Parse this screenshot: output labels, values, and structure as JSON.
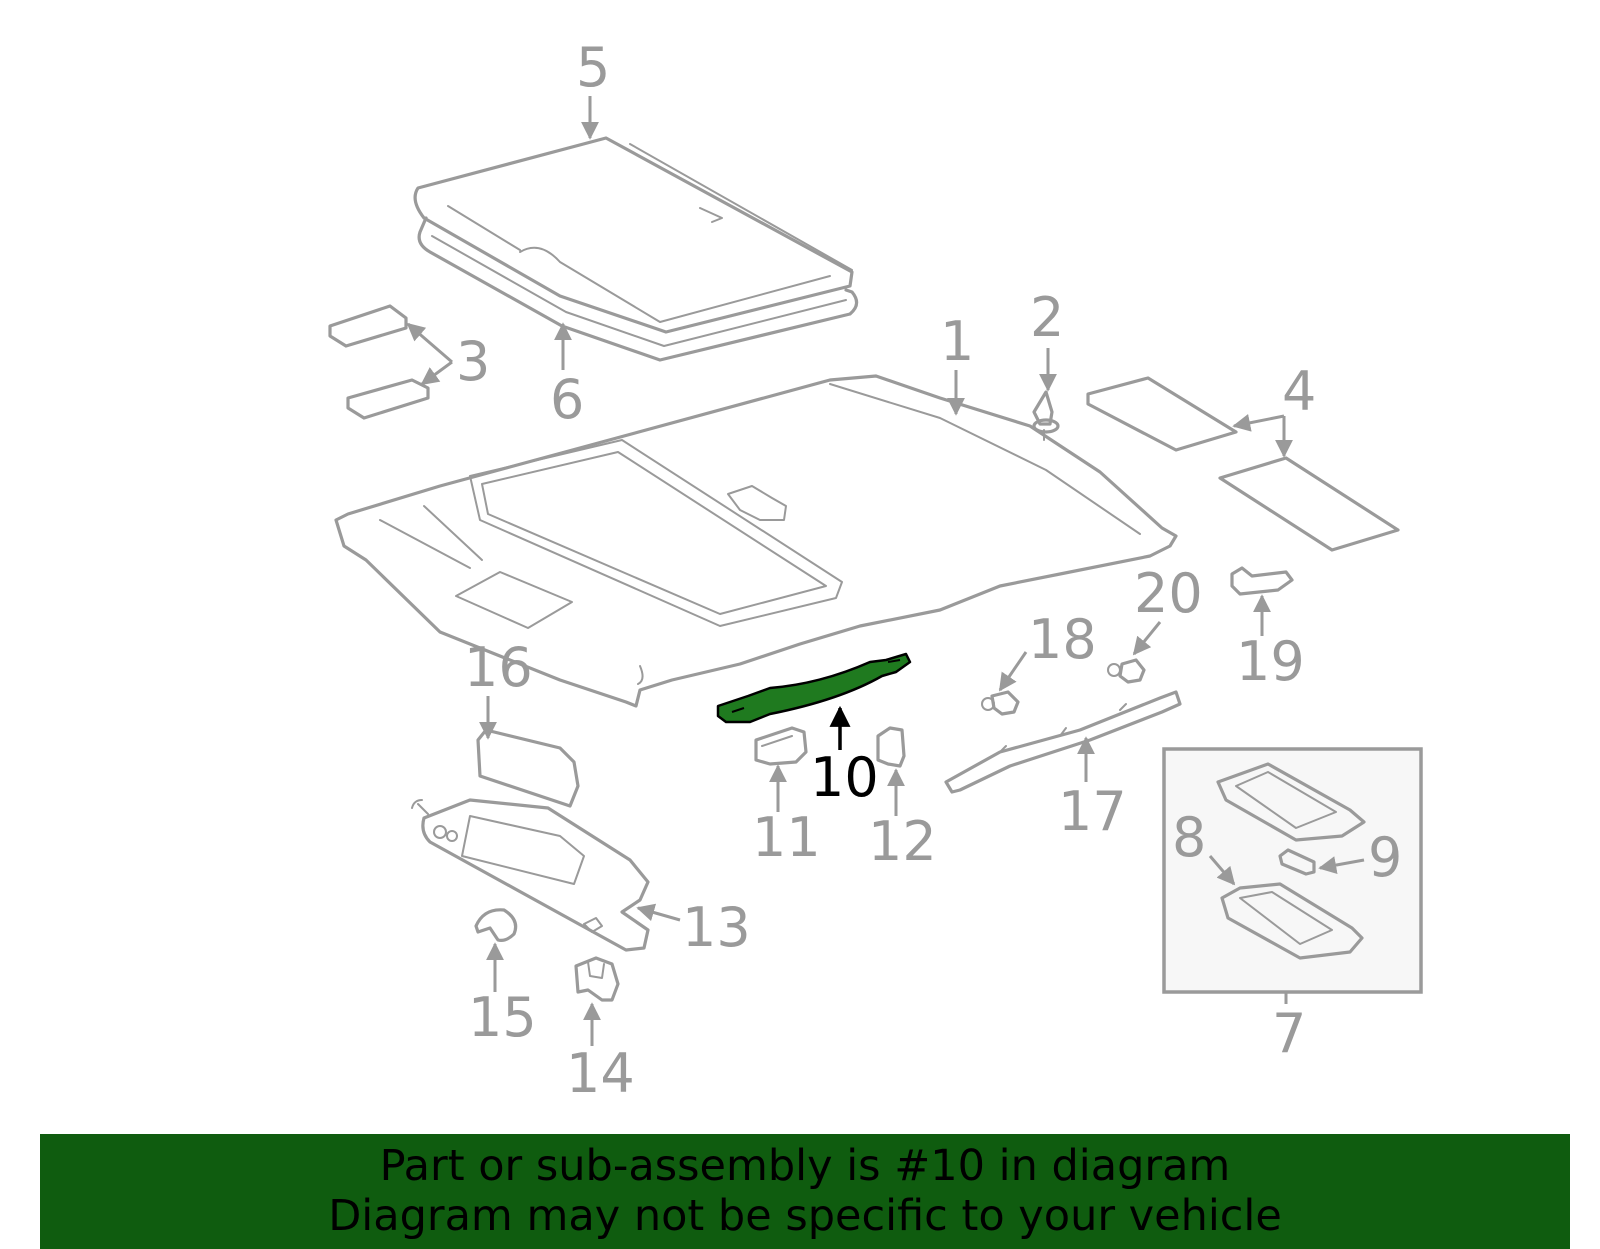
{
  "diagram": {
    "callouts": [
      "1",
      "2",
      "3",
      "4",
      "5",
      "6",
      "7",
      "8",
      "9",
      "10",
      "11",
      "12",
      "13",
      "14",
      "15",
      "16",
      "17",
      "18",
      "19",
      "20"
    ],
    "highlighted_part": "10",
    "colors": {
      "part_line": "#9a9a9a",
      "highlight_fill": "#1f7a1f",
      "highlight_label": "#000000",
      "banner_background": "#0f5c0f",
      "banner_text": "#000000"
    }
  },
  "banner": {
    "line1": "Part or sub-assembly is #10 in diagram",
    "line2": "Diagram may not be specific to your vehicle"
  }
}
